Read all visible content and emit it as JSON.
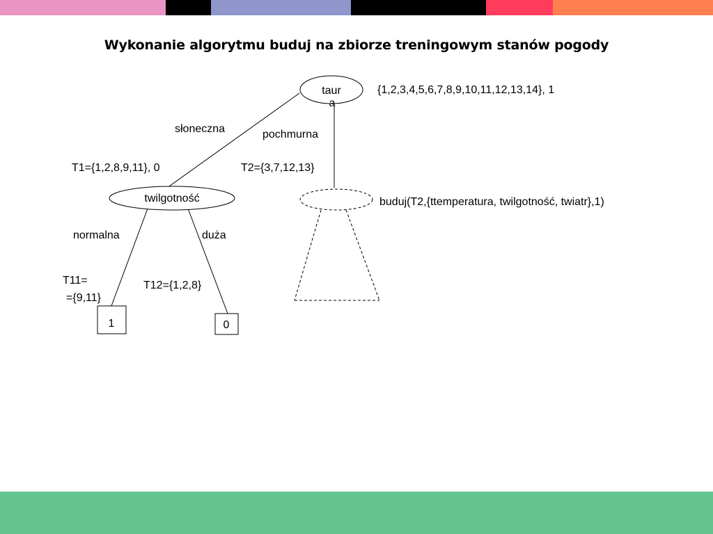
{
  "slide": {
    "title": "Wykonanie algorytmu buduj na zbiorze treningowym stanów pogody",
    "top_stripe_colors": [
      "#ea94c3",
      "#000000",
      "#8e96cc",
      "#000000",
      "#ff3c5c",
      "#ff7f50"
    ],
    "footer_color": "#63c48e"
  },
  "diagram": {
    "root_label_line1": "taur",
    "root_label_line2": "a",
    "root_set": "{1,2,3,4,5,6,7,8,9,10,11,12,13,14},  1",
    "branch_left": "słoneczna",
    "branch_right": "pochmurna",
    "t1": "T1={1,2,8,9,11},  0",
    "t2": "T2={3,7,12,13}",
    "node_left": "twilgotność",
    "recursive_call": "buduj(T2,{ttemperatura, twilgotność, twiatr},1)",
    "branch_normal": "normalna",
    "branch_large": "duża",
    "t11_line1": "T11=",
    "t11_line2": "={9,11}",
    "t12": "T12={1,2,8}",
    "leaf_left": "1",
    "leaf_right": "0"
  }
}
